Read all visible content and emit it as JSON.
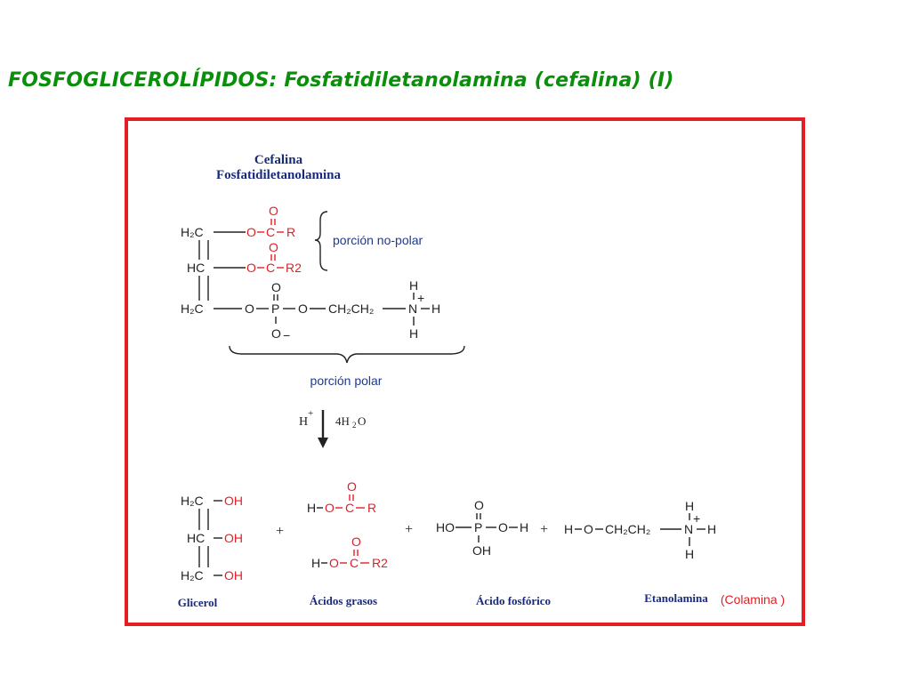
{
  "slide": {
    "title": "FOSFOGLICEROLÍPIDOS: Fosfatidiletanolamina (cefalina) (I)",
    "title_color": "#0a8f0a",
    "frame_color": "#e31e24"
  },
  "diagram": {
    "heading_line1": "Cefalina",
    "heading_line2": "Fosfatidiletanolamina",
    "label_nonpolar": "porción no-polar",
    "label_polar": "porción polar",
    "reagent_acid": "H",
    "reagent_acid_charge": "+",
    "reagent_water": "4H",
    "reagent_water_sub": "2",
    "reagent_water_end": "O",
    "plus": "+",
    "products": {
      "glicerol": "Glicerol",
      "acidos_grasos": "Ácidos grasos",
      "acido_fosforico": "Ácido fosfórico",
      "etanolamina": "Etanolamina",
      "colamina": "(Colamina )"
    },
    "atoms": {
      "H2C": "H₂C",
      "HC": "HC",
      "O": "O",
      "C": "C",
      "R": "R",
      "R2": "R2",
      "P": "P",
      "N": "N",
      "H": "H",
      "OH": "OH",
      "HO": "HO",
      "CH2CH2": "CH₂CH₂",
      "O_minus": "O",
      "minus": "−",
      "plus_charge": "+",
      "dbl": "‖"
    }
  }
}
